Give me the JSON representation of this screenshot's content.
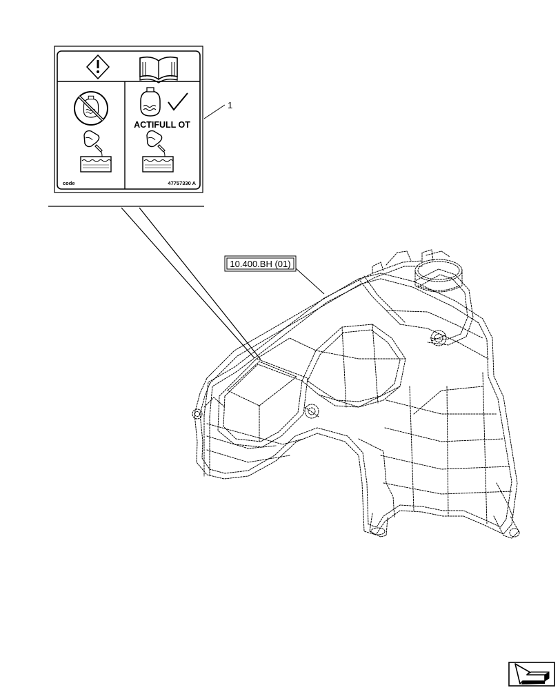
{
  "decal": {
    "product_name": "ACTIFULL OT",
    "code_label": "code",
    "part_number": "47757330 A",
    "icons": [
      "warning-icon",
      "manual-icon",
      "no-engine-coolant-icon",
      "engine-coolant-ok-icon",
      "checkmark-icon",
      "pour-bottle-icon",
      "tank-level-icon"
    ]
  },
  "callouts": {
    "item_number": "1",
    "cross_reference": "10.400.BH (01)"
  },
  "nav": {
    "next_icon": "arrow-next-icon"
  }
}
